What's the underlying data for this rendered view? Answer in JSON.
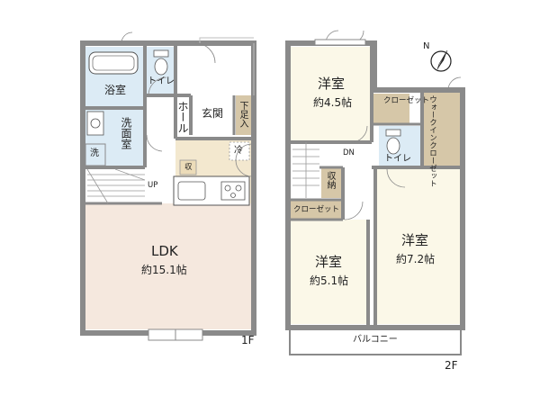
{
  "floor1": {
    "label": "1F",
    "rooms": {
      "bath": "浴室",
      "toilet": "トイレ",
      "hall": "ホール",
      "entrance": "玄関",
      "shoe_storage": "下足入",
      "washroom": "洗面室",
      "laundry": "洗",
      "fridge": "冷",
      "kitchen_storage": "収",
      "up": "UP",
      "ldk": "LDK",
      "ldk_size": "約15.1帖"
    }
  },
  "floor2": {
    "label": "2F",
    "rooms": {
      "western_a": "洋室",
      "western_a_size": "約4.5帖",
      "closet_a": "クローゼット",
      "walk_in_closet": "ウォークインクローゼット",
      "toilet": "トイレ",
      "storage": "収納",
      "closet_b": "クローゼット",
      "dn": "DN",
      "western_b": "洋室",
      "western_b_size": "約5.1帖",
      "western_c": "洋室",
      "western_c_size": "約7.2帖",
      "balcony": "バルコニー"
    }
  },
  "compass": {
    "label": "N",
    "icon": "north-arrow-icon"
  },
  "colors": {
    "wall": "#8a8a8a",
    "ldk_floor": "#f5e8de",
    "wet_floor": "#dcebf5",
    "bedroom_floor": "#fbf8e8",
    "kitchen_floor": "#f3e8cf",
    "storage_floor": "#d6c7a8",
    "hall_floor": "#ffffff"
  }
}
